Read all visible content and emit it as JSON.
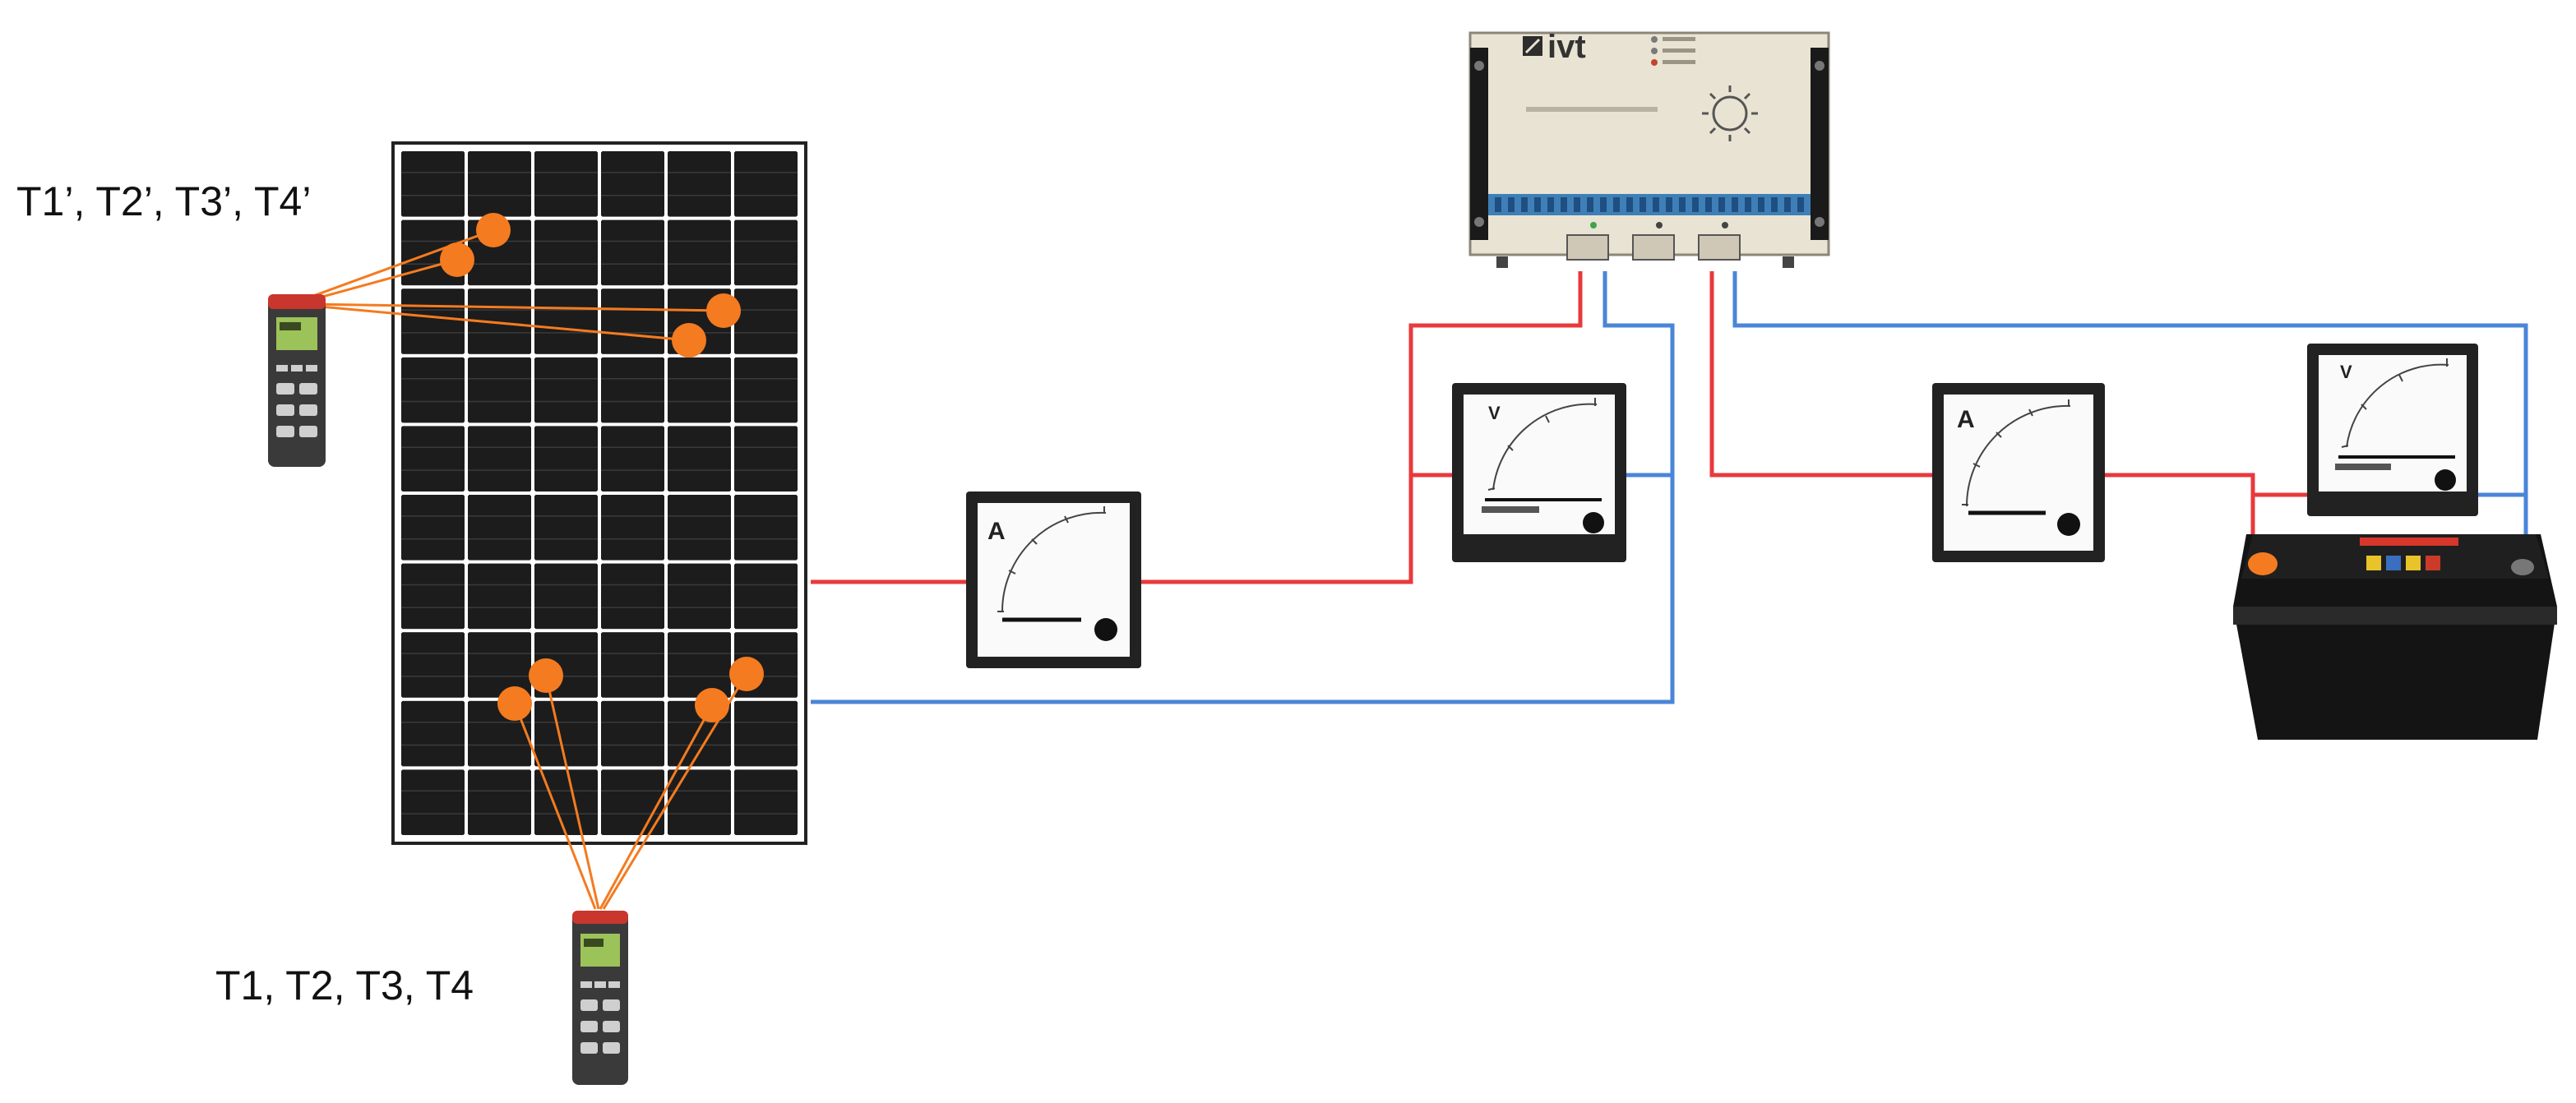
{
  "labels": {
    "rear_sensors": "T1’, T2’, T3’, T4’",
    "front_sensors": "T1, T2, T3, T4"
  },
  "controller": {
    "brand": "ivt"
  },
  "meters": {
    "ammeter_1": {
      "letter": "A"
    },
    "voltmeter_1": {
      "letter": "V"
    },
    "ammeter_2": {
      "letter": "A"
    },
    "voltmeter_2": {
      "letter": "V"
    }
  },
  "colors": {
    "positive_wire": "#e8393c",
    "negative_wire": "#4a86d8",
    "sensor": "#f47b20",
    "panel": "#1c1c1c"
  }
}
